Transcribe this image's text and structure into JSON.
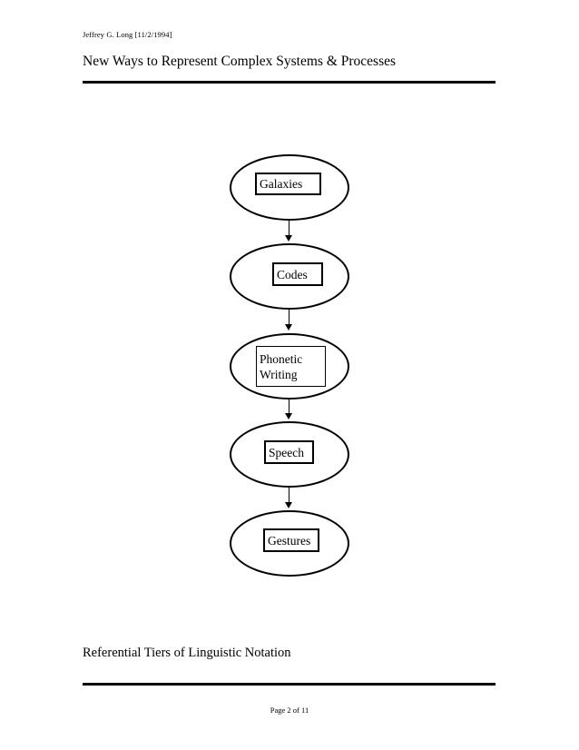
{
  "document": {
    "byline": "Jeffrey G. Long [11/2/1994]",
    "title": "New Ways to Represent Complex Systems & Processes",
    "caption": "Referential Tiers of Linguistic Notation",
    "page_number": "Page 2 of 11",
    "background_color": "#ffffff",
    "ink_color": "#000000"
  },
  "diagram": {
    "type": "flow-chain",
    "orientation": "vertical-top-down",
    "node_shape": "ellipse-with-inner-rectangle",
    "nodes": [
      {
        "id": "galaxies",
        "label": "Galaxies"
      },
      {
        "id": "codes",
        "label": "Codes"
      },
      {
        "id": "phonetic",
        "label": "Phonetic\nWriting"
      },
      {
        "id": "speech",
        "label": "Speech"
      },
      {
        "id": "gestures",
        "label": "Gestures"
      }
    ],
    "edges": [
      {
        "from": "galaxies",
        "to": "codes",
        "style": "arrow-down"
      },
      {
        "from": "codes",
        "to": "phonetic",
        "style": "arrow-down"
      },
      {
        "from": "phonetic",
        "to": "speech",
        "style": "arrow-down"
      },
      {
        "from": "speech",
        "to": "gestures",
        "style": "arrow-down"
      }
    ]
  }
}
